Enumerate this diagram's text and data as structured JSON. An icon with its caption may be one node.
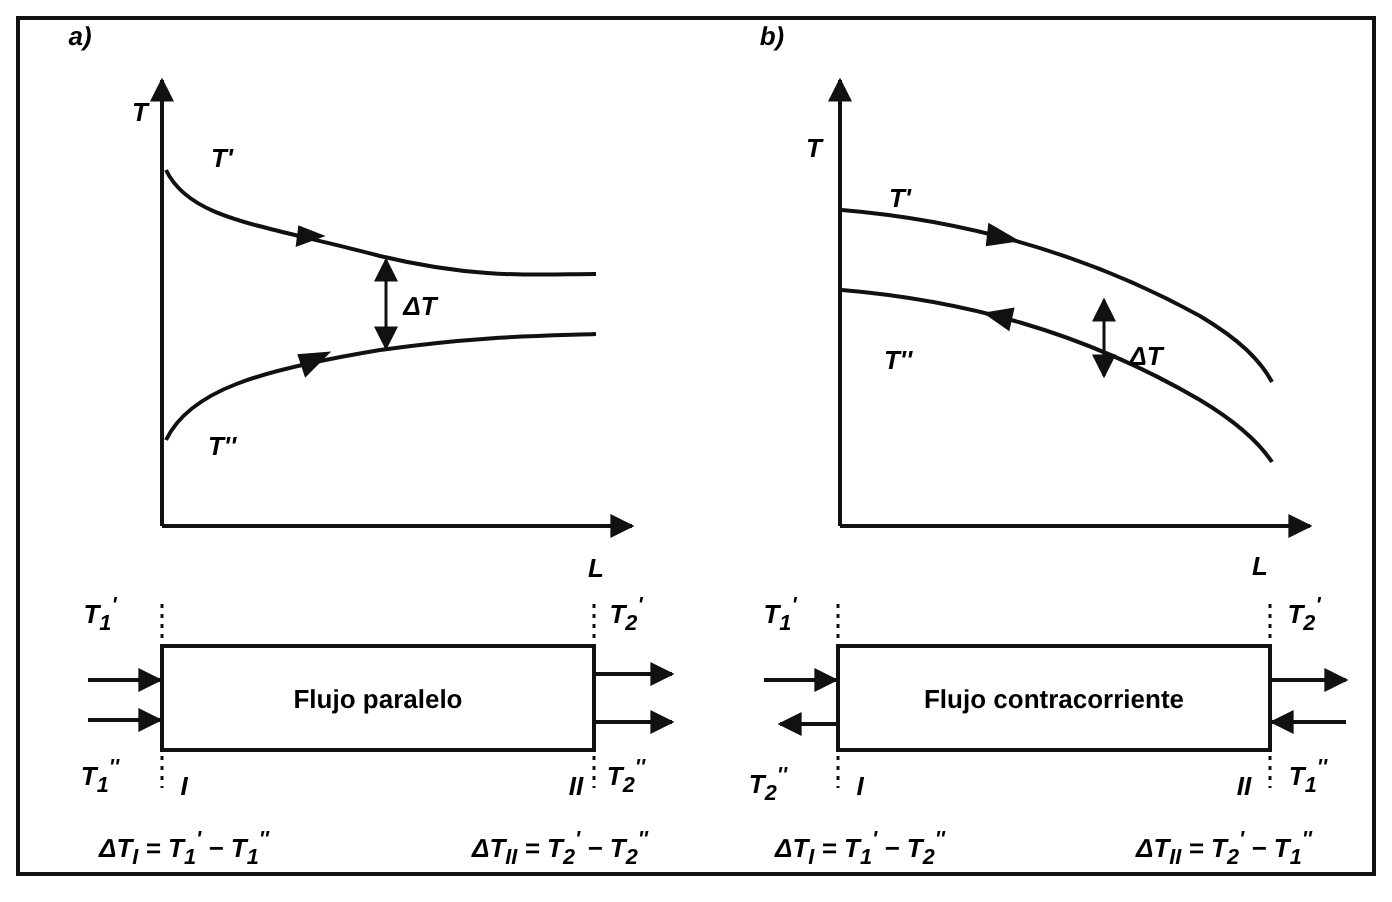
{
  "diagram": {
    "nodes": [
      {
        "text": [
          "Flujo paralelo"
        ]
      },
      {
        "text": [
          "Flujo contracorriente"
        ]
      }
    ],
    "edges": [
      {
        "from": null,
        "to": 0,
        "arrow": "to"
      },
      {
        "from": null,
        "to": 0,
        "arrow": "to"
      },
      {
        "from": 0,
        "to": null,
        "arrow": "to"
      },
      {
        "from": 0,
        "to": null,
        "arrow": "to"
      },
      {
        "from": null,
        "to": 1,
        "arrow": "to"
      },
      {
        "from": 1,
        "to": null,
        "arrow": "to"
      },
      {
        "from": 1,
        "to": null,
        "arrow": "to"
      },
      {
        "from": null,
        "to": 1,
        "arrow": "to"
      }
    ],
    "labels": [
      "a)",
      "T",
      "T'",
      "ΔT",
      "T''",
      "L",
      "b)",
      "T",
      "T'",
      "T''",
      "ΔT",
      "L",
      "T$_{1}$$^{'}$",
      "T$_{2}$$^{'}$",
      "T$_{1}$$^{''}$",
      "I",
      "II",
      "T$_{2}$$^{''}$",
      "T$_{1}$$^{'}$",
      "T$_{2}$$^{'}$",
      "T$_{2}$$^{''}$",
      "I",
      "II",
      "T$_{1}$$^{''}$",
      "ΔT$_{I}$ = T$_{1}$$^{'}$ − T$_{1}$$^{''}$",
      "ΔT$_{II}$ = T$_{2}$$^{'}$ − T$_{2}$$^{''}$",
      "ΔT$_{I}$ = T$_{1}$$^{'}$ − T$_{2}$$^{''}$",
      "ΔT$_{II}$ = T$_{2}$$^{'}$ − T$_{1}$$^{''}$"
    ]
  }
}
